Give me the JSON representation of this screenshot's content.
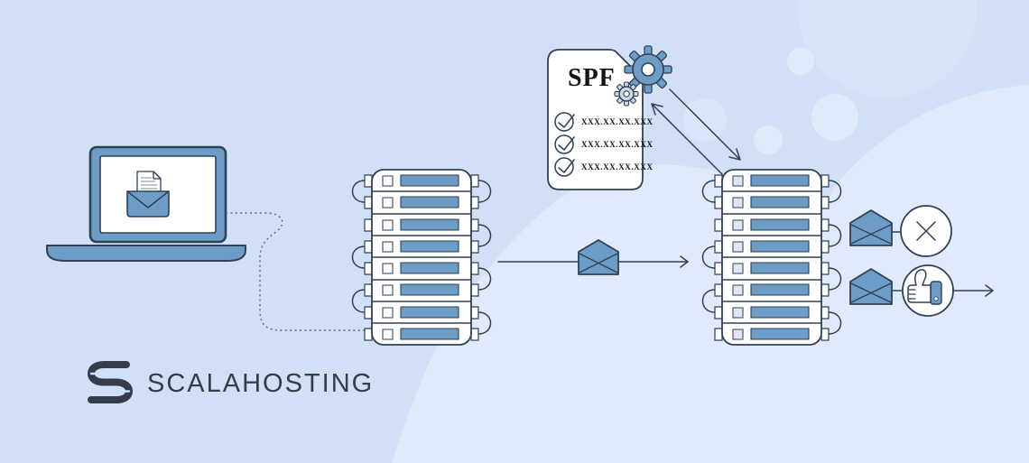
{
  "brand": {
    "name": "SCALAHOSTING"
  },
  "spf_record": {
    "title": "SPF",
    "entries": [
      "XXX.XX.XX.XXX",
      "XXX.XX.XX.XXX",
      "XXX.XX.XX.XXX"
    ]
  },
  "icons": {
    "sender": "laptop-email-open-icon",
    "servers": [
      "server-rack-icon",
      "server-rack-icon"
    ],
    "record": [
      "gear-large-icon",
      "gear-small-icon",
      "check-circle-icon"
    ],
    "message": "envelope-icon",
    "outcome_rejected": "x-circle-icon",
    "outcome_accepted": "thumbs-up-circle-icon"
  },
  "colors": {
    "bg": "#d1e0f6",
    "blob": "#e0eafb",
    "primary": "#6d9dc6",
    "outline": "#2f4156",
    "gear": "#cbd9ec",
    "logo": "#353d4b",
    "connector": "#5e6d83",
    "ink": "#121418"
  }
}
